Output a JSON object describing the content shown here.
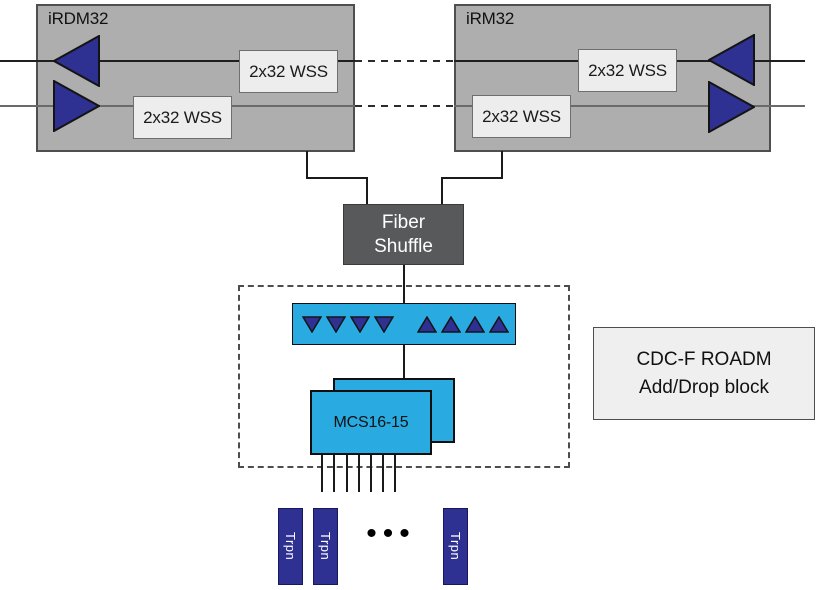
{
  "diagram": {
    "left_node": {
      "title": "iRDM32",
      "wss_top_label": "2x32 WSS",
      "wss_bottom_label": "2x32 WSS"
    },
    "right_node": {
      "title": "iRM32",
      "wss_top_label": "2x32 WSS",
      "wss_bottom_label": "2x32 WSS"
    },
    "fiber_shuffle": {
      "line1": "Fiber",
      "line2": "Shuffle"
    },
    "add_drop": {
      "mcs_label": "MCS16-15",
      "callout_line1": "CDC-F ROADM",
      "callout_line2": "Add/Drop block"
    },
    "transponders": {
      "labels": [
        "Trpn",
        "Trpn",
        "Trpn"
      ],
      "ellipsis": "•••"
    },
    "colors": {
      "node_gray": "#aeaeae",
      "dark_gray": "#58595b",
      "navy": "#2e3192",
      "light_blue": "#29abe2",
      "panel_light": "#ededed"
    }
  }
}
